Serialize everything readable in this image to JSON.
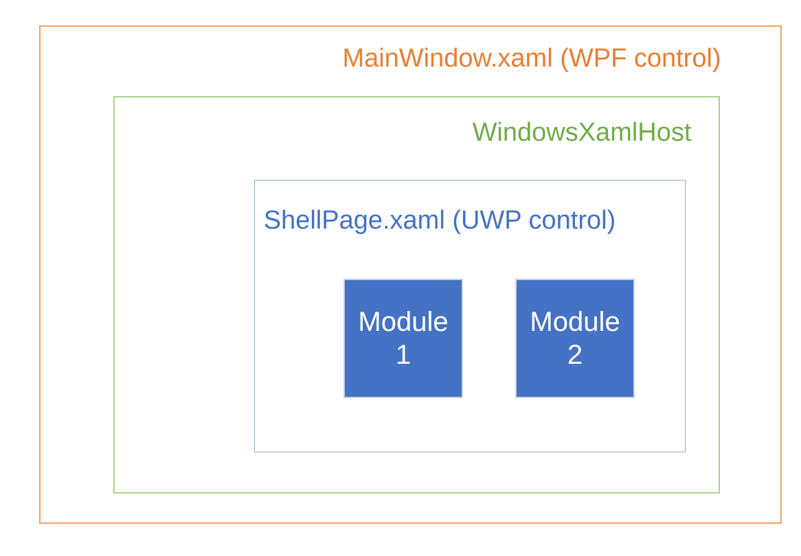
{
  "diagram": {
    "title": "MainWindow.xaml (WPF control)",
    "outer": {
      "label": "MainWindow.xaml (WPF control)",
      "text_color": "#ed7d31",
      "border_color": "#f1a361"
    },
    "host": {
      "label": "WindowsXamlHost",
      "text_color": "#70ad47",
      "border_color": "#a9d18e"
    },
    "shell": {
      "label": "ShellPage.xaml (UWP control)",
      "text_color": "#4472c4",
      "border_color": "#8faadc"
    },
    "modules": [
      {
        "lines": [
          "Module",
          "1"
        ],
        "fill_color": "#4472c4",
        "border_color": "#ccd3e0",
        "text_color": "#ffffff"
      },
      {
        "lines": [
          "Module",
          "2"
        ],
        "fill_color": "#4472c4",
        "border_color": "#ccd3e0",
        "text_color": "#ffffff"
      }
    ],
    "background_color": "#ffffff"
  }
}
